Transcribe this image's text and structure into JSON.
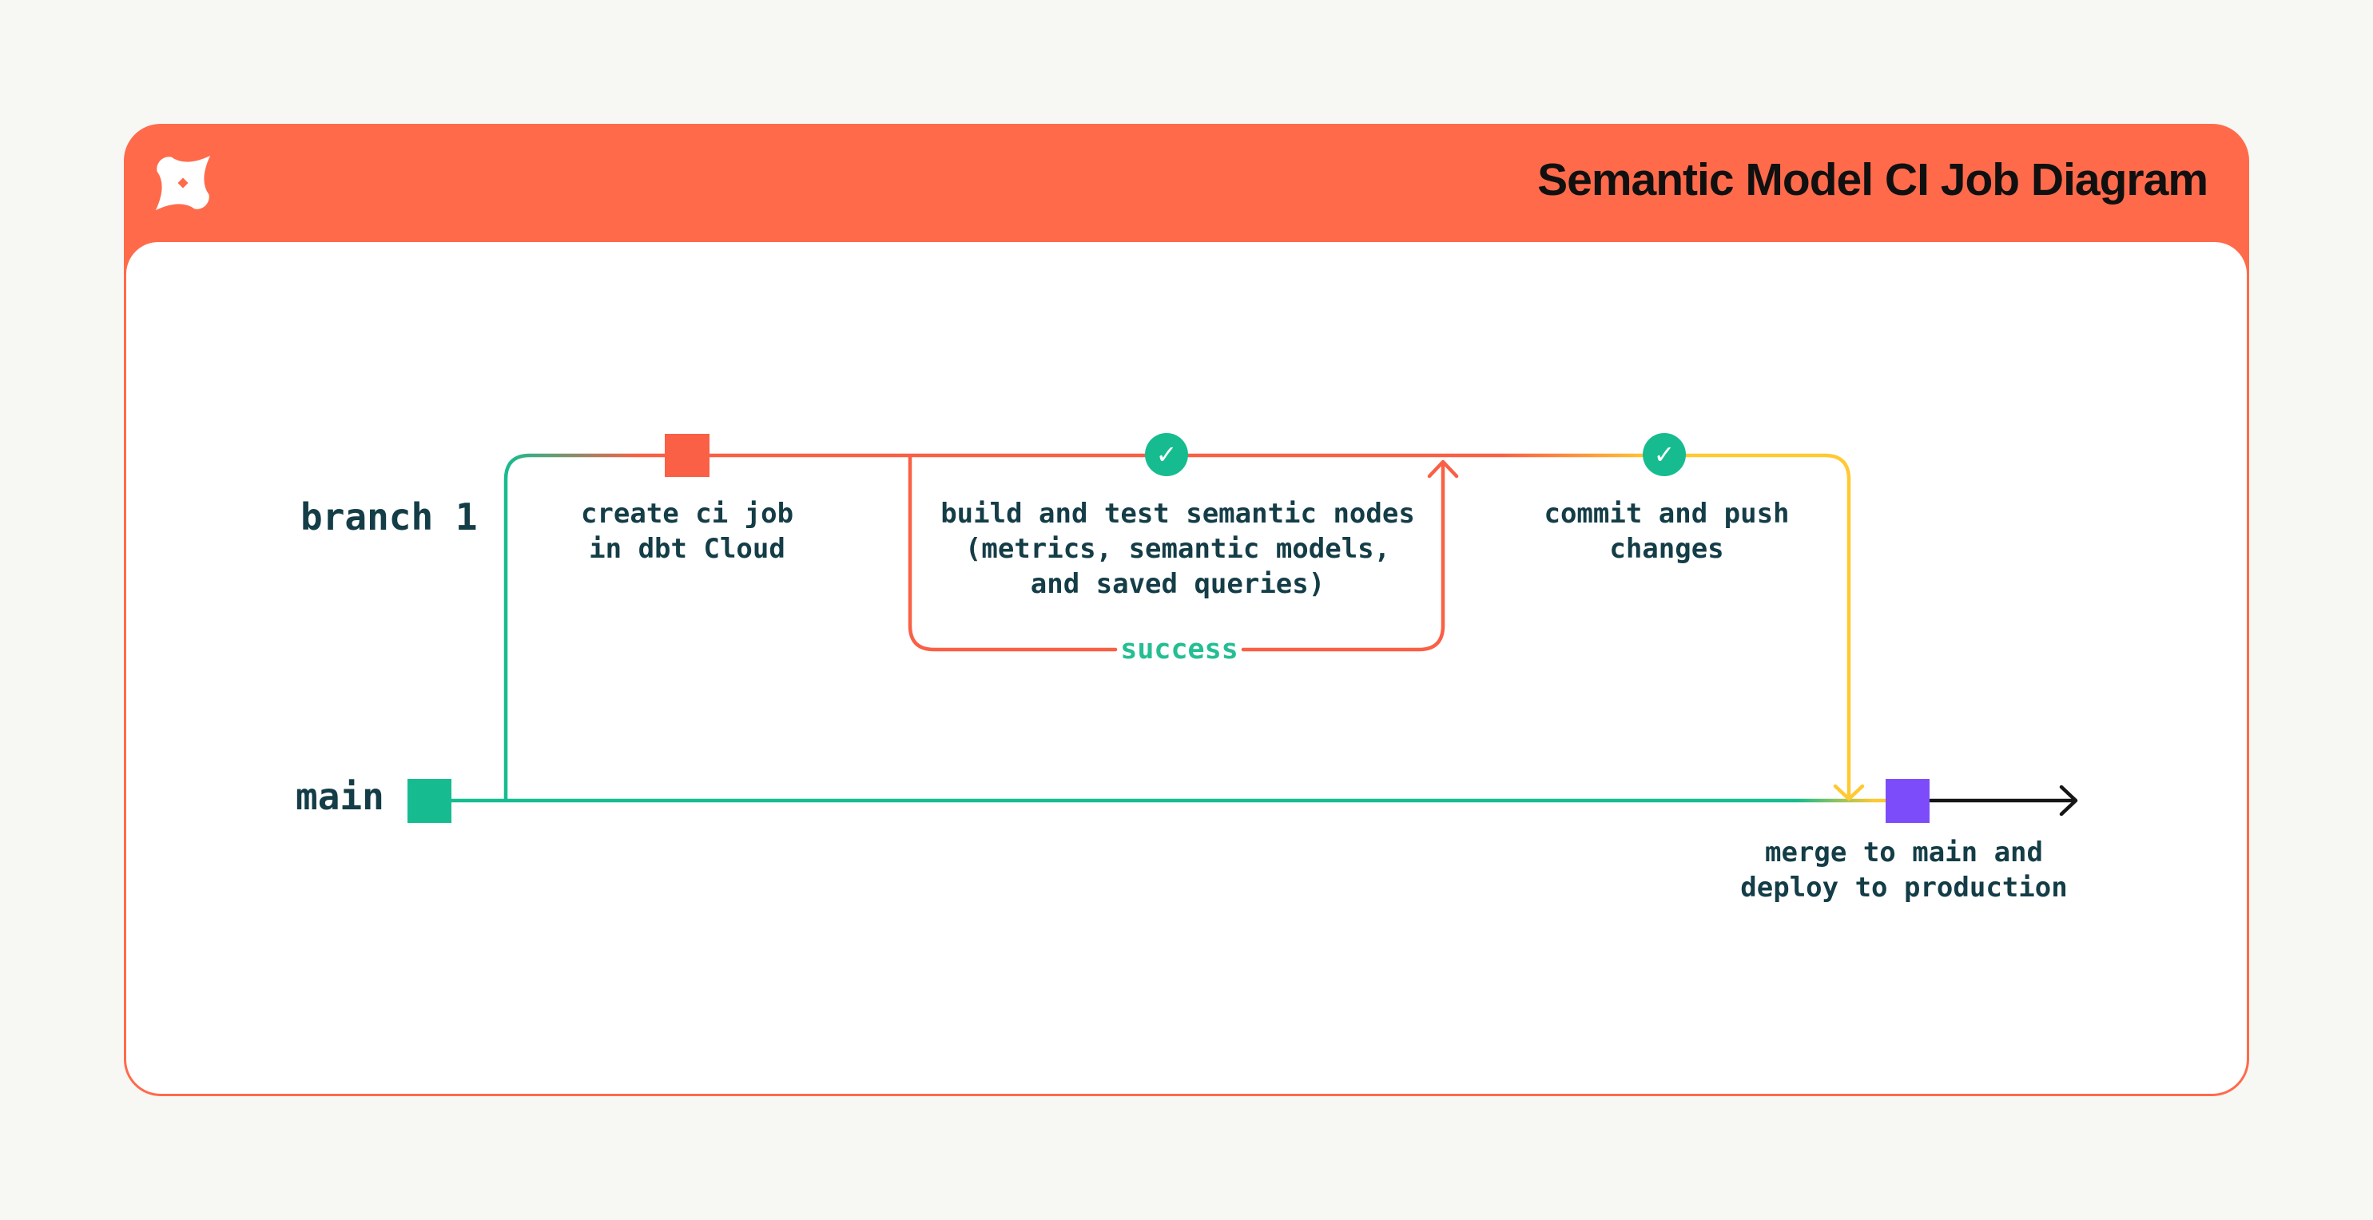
{
  "header": {
    "title": "Semantic Model CI Job Diagram"
  },
  "diagram": {
    "branch_label": "branch 1",
    "main_label": "main",
    "loop_label": "success",
    "nodes": {
      "create_ci": "create ci job\nin dbt Cloud",
      "build_test": "build and test semantic nodes\n(metrics, semantic models,\nand saved queries)",
      "commit_push": "commit and push\nchanges",
      "merge_deploy": "merge to main and\ndeploy to production"
    }
  },
  "icons": {
    "check": "✓"
  },
  "colors": {
    "orange": "#FF6A4B",
    "line_orange": "#F96045",
    "teal": "#16BC8F",
    "yellow": "#FFC933",
    "purple": "#7D4CFA",
    "ink": "#143D47",
    "title_ink": "#101010",
    "success_green": "#25BE93",
    "page_bg": "#F7F7F4",
    "card_bg": "#FFFFFF",
    "black": "#161616"
  }
}
